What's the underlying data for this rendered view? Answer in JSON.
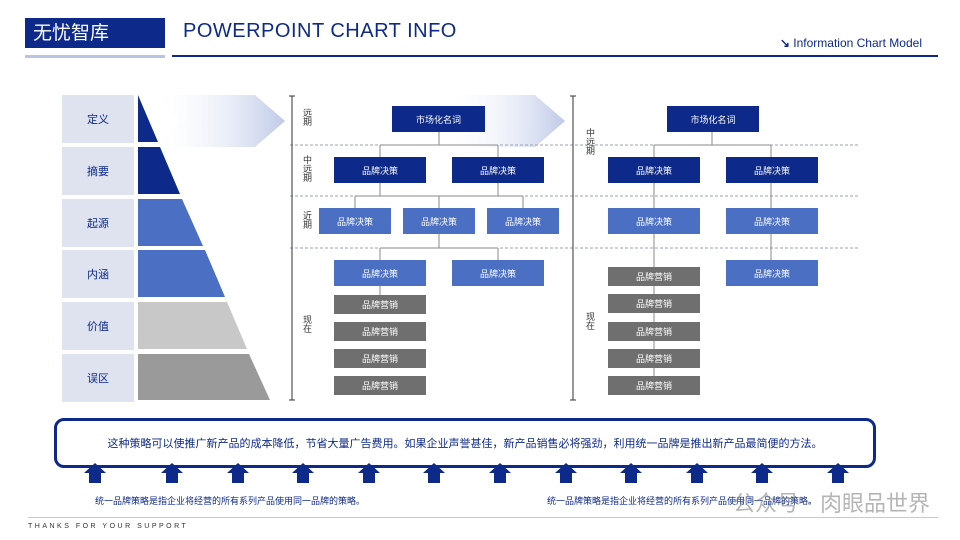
{
  "header": {
    "brand": "无忧智库",
    "title": "POWERPOINT CHART INFO",
    "right_label": "Information Chart Model",
    "right_icon": "arrow-down-right-icon"
  },
  "levels": [
    "定义",
    "摘要",
    "起源",
    "内涵",
    "价值",
    "误区"
  ],
  "stages": {
    "s1": "远期",
    "s2": "中远期",
    "s3": "近期",
    "s4": "现在",
    "s5": "中远期",
    "s6": "现在"
  },
  "left_tree": {
    "root": "市场化名词",
    "l2": [
      "品牌决策",
      "品牌决策"
    ],
    "l3": [
      "品牌决策",
      "品牌决策",
      "品牌决策"
    ],
    "l4": [
      "品牌决策",
      "品牌决策"
    ],
    "gray": [
      "品牌营销",
      "品牌营销",
      "品牌营销",
      "品牌营销"
    ]
  },
  "right_tree": {
    "root": "市场化名词",
    "l2": [
      "品牌决策",
      "品牌决策"
    ],
    "l3": [
      "品牌决策",
      "品牌决策"
    ],
    "l4": [
      "品牌决策"
    ],
    "gray": [
      "品牌营销",
      "品牌营销",
      "品牌营销",
      "品牌营销",
      "品牌营销"
    ]
  },
  "notice": "这种策略可以使推广新产品的成本降低，节省大量广告费用。如果企业声誉甚佳，新产品销售必将强劲，利用统一品牌是推出新产品最简便的方法。",
  "notes": {
    "left": "统一品牌策略是指企业将经营的所有系列产品使用同一品牌的策略。",
    "right": "统一品牌策略是指企业将经营的所有系列产品使用同一品牌的策略。"
  },
  "footer": "THANKS FOR YOUR SUPPORT",
  "watermark": "公众号 · 肉眼品世界",
  "colors": {
    "navy": "#0d2a8a",
    "medium_blue": "#4b6fc3",
    "gray": "#6f6f6f",
    "light_gray": "#c8c8c8",
    "label_bg": "#dfe3f0"
  }
}
